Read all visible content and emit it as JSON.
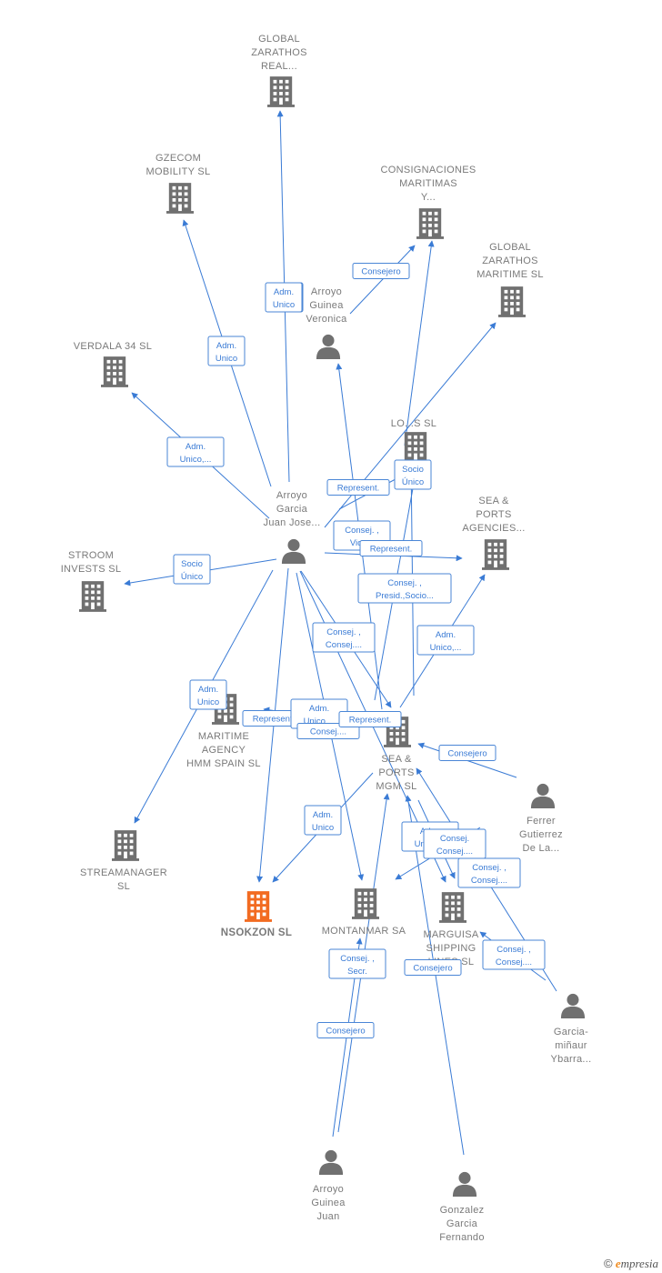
{
  "colors": {
    "edge": "#3a7bd5",
    "building": "#707070",
    "focus_building": "#f26b21",
    "person": "#707070",
    "label": "#7a7a7a"
  },
  "nodes": [
    {
      "id": "global_zarathos_real",
      "type": "company",
      "lines": [
        "GLOBAL",
        "ZARATHOS",
        "REAL..."
      ]
    },
    {
      "id": "gzecom",
      "type": "company",
      "lines": [
        "GZECOM",
        "MOBILITY  SL"
      ]
    },
    {
      "id": "consignaciones",
      "type": "company",
      "lines": [
        "CONSIGNACIONES",
        "MARITIMAS",
        "Y..."
      ]
    },
    {
      "id": "global_zarathos_maritime",
      "type": "company",
      "lines": [
        "GLOBAL",
        "ZARATHOS",
        "MARITIME  SL"
      ]
    },
    {
      "id": "arroyo_veronica",
      "type": "person",
      "lines": [
        "Arroyo",
        "Guinea",
        "Veronica"
      ]
    },
    {
      "id": "verdala",
      "type": "company",
      "lines": [
        "VERDALA 34 SL"
      ]
    },
    {
      "id": "logistics",
      "type": "company",
      "lines": [
        "LO...S  SL"
      ]
    },
    {
      "id": "arroyo_jose",
      "type": "person",
      "lines": [
        "Arroyo",
        "Garcia",
        "Juan Jose..."
      ]
    },
    {
      "id": "sea_ports_agencies",
      "type": "company",
      "lines": [
        "SEA &",
        "PORTS",
        "AGENCIES..."
      ]
    },
    {
      "id": "stroom",
      "type": "company",
      "lines": [
        "STROOM",
        "INVESTS  SL"
      ]
    },
    {
      "id": "maritime_agency",
      "type": "company",
      "lines": [
        "MARITIME",
        "AGENCY",
        "HMM SPAIN  SL"
      ]
    },
    {
      "id": "sea_ports_mgm",
      "type": "company",
      "lines": [
        "SEA &",
        "PORTS",
        "MGM  SL"
      ]
    },
    {
      "id": "ferrer",
      "type": "person",
      "lines": [
        "Ferrer",
        "Gutierrez",
        "De La..."
      ]
    },
    {
      "id": "streamanager",
      "type": "company",
      "lines": [
        "STREAMANAGER",
        "SL"
      ]
    },
    {
      "id": "nsokzon",
      "type": "focus",
      "lines": [
        "NSOKZON  SL"
      ]
    },
    {
      "id": "montanmar",
      "type": "company",
      "lines": [
        "MONTANMAR SA"
      ]
    },
    {
      "id": "marguisa",
      "type": "company",
      "lines": [
        "MARGUISA",
        "SHIPPING",
        "LINES  SL"
      ]
    },
    {
      "id": "garcia_minaur",
      "type": "person",
      "lines": [
        "Garcia-",
        "miñaur",
        "Ybarra..."
      ]
    },
    {
      "id": "arroyo_juan",
      "type": "person",
      "lines": [
        "Arroyo",
        "Guinea",
        "Juan"
      ]
    },
    {
      "id": "gonzalez",
      "type": "person",
      "lines": [
        "Gonzalez",
        "Garcia",
        "Fernando"
      ]
    }
  ],
  "relations": [
    {
      "id": "r1",
      "lines": [
        "Adm.",
        "Unico"
      ]
    },
    {
      "id": "r2",
      "lines": [
        "Adm.",
        "Unico"
      ]
    },
    {
      "id": "r3",
      "lines": [
        "Consejero"
      ]
    },
    {
      "id": "r4",
      "lines": [
        "Adm.",
        "Unico,..."
      ]
    },
    {
      "id": "r5",
      "lines": [
        "Adm.",
        "Unico"
      ]
    },
    {
      "id": "r6",
      "lines": [
        "Socio",
        "Único"
      ]
    },
    {
      "id": "r7",
      "lines": [
        "Represent."
      ]
    },
    {
      "id": "r8",
      "lines": [
        "Consej. ,",
        "Vice..."
      ]
    },
    {
      "id": "r9",
      "lines": [
        "Represent."
      ]
    },
    {
      "id": "r10",
      "lines": [
        "Socio",
        "Único"
      ]
    },
    {
      "id": "r11",
      "lines": [
        "Consej. ,",
        "Presid.,Socio..."
      ]
    },
    {
      "id": "r12",
      "lines": [
        "Consej. ,",
        "Consej...."
      ]
    },
    {
      "id": "r13",
      "lines": [
        "Adm.",
        "Unico,..."
      ]
    },
    {
      "id": "r14",
      "lines": [
        "Adm.",
        "Unico"
      ]
    },
    {
      "id": "r15",
      "lines": [
        "Represent."
      ]
    },
    {
      "id": "r16",
      "lines": [
        "Adm.",
        "Unico,..."
      ]
    },
    {
      "id": "r17",
      "lines": [
        "Consej...."
      ]
    },
    {
      "id": "r18",
      "lines": [
        "Represent."
      ]
    },
    {
      "id": "r19",
      "lines": [
        "Consejero"
      ]
    },
    {
      "id": "r20",
      "lines": [
        "Adm.",
        "Unico"
      ]
    },
    {
      "id": "r21",
      "lines": [
        "Adm.",
        "Unico,..."
      ]
    },
    {
      "id": "r22",
      "lines": [
        "Consej.",
        "Consej...."
      ]
    },
    {
      "id": "r23",
      "lines": [
        "Consej. ,",
        "Consej...."
      ]
    },
    {
      "id": "r24",
      "lines": [
        "Consej. ,",
        "Secr."
      ]
    },
    {
      "id": "r25",
      "lines": [
        "Consejero"
      ]
    },
    {
      "id": "r26",
      "lines": [
        "Consej. ,",
        "Consej...."
      ]
    },
    {
      "id": "r27",
      "lines": [
        "Consejero"
      ]
    }
  ],
  "footer": {
    "copyright": "©",
    "brand_initial": "e",
    "brand_rest": "mpresia"
  }
}
